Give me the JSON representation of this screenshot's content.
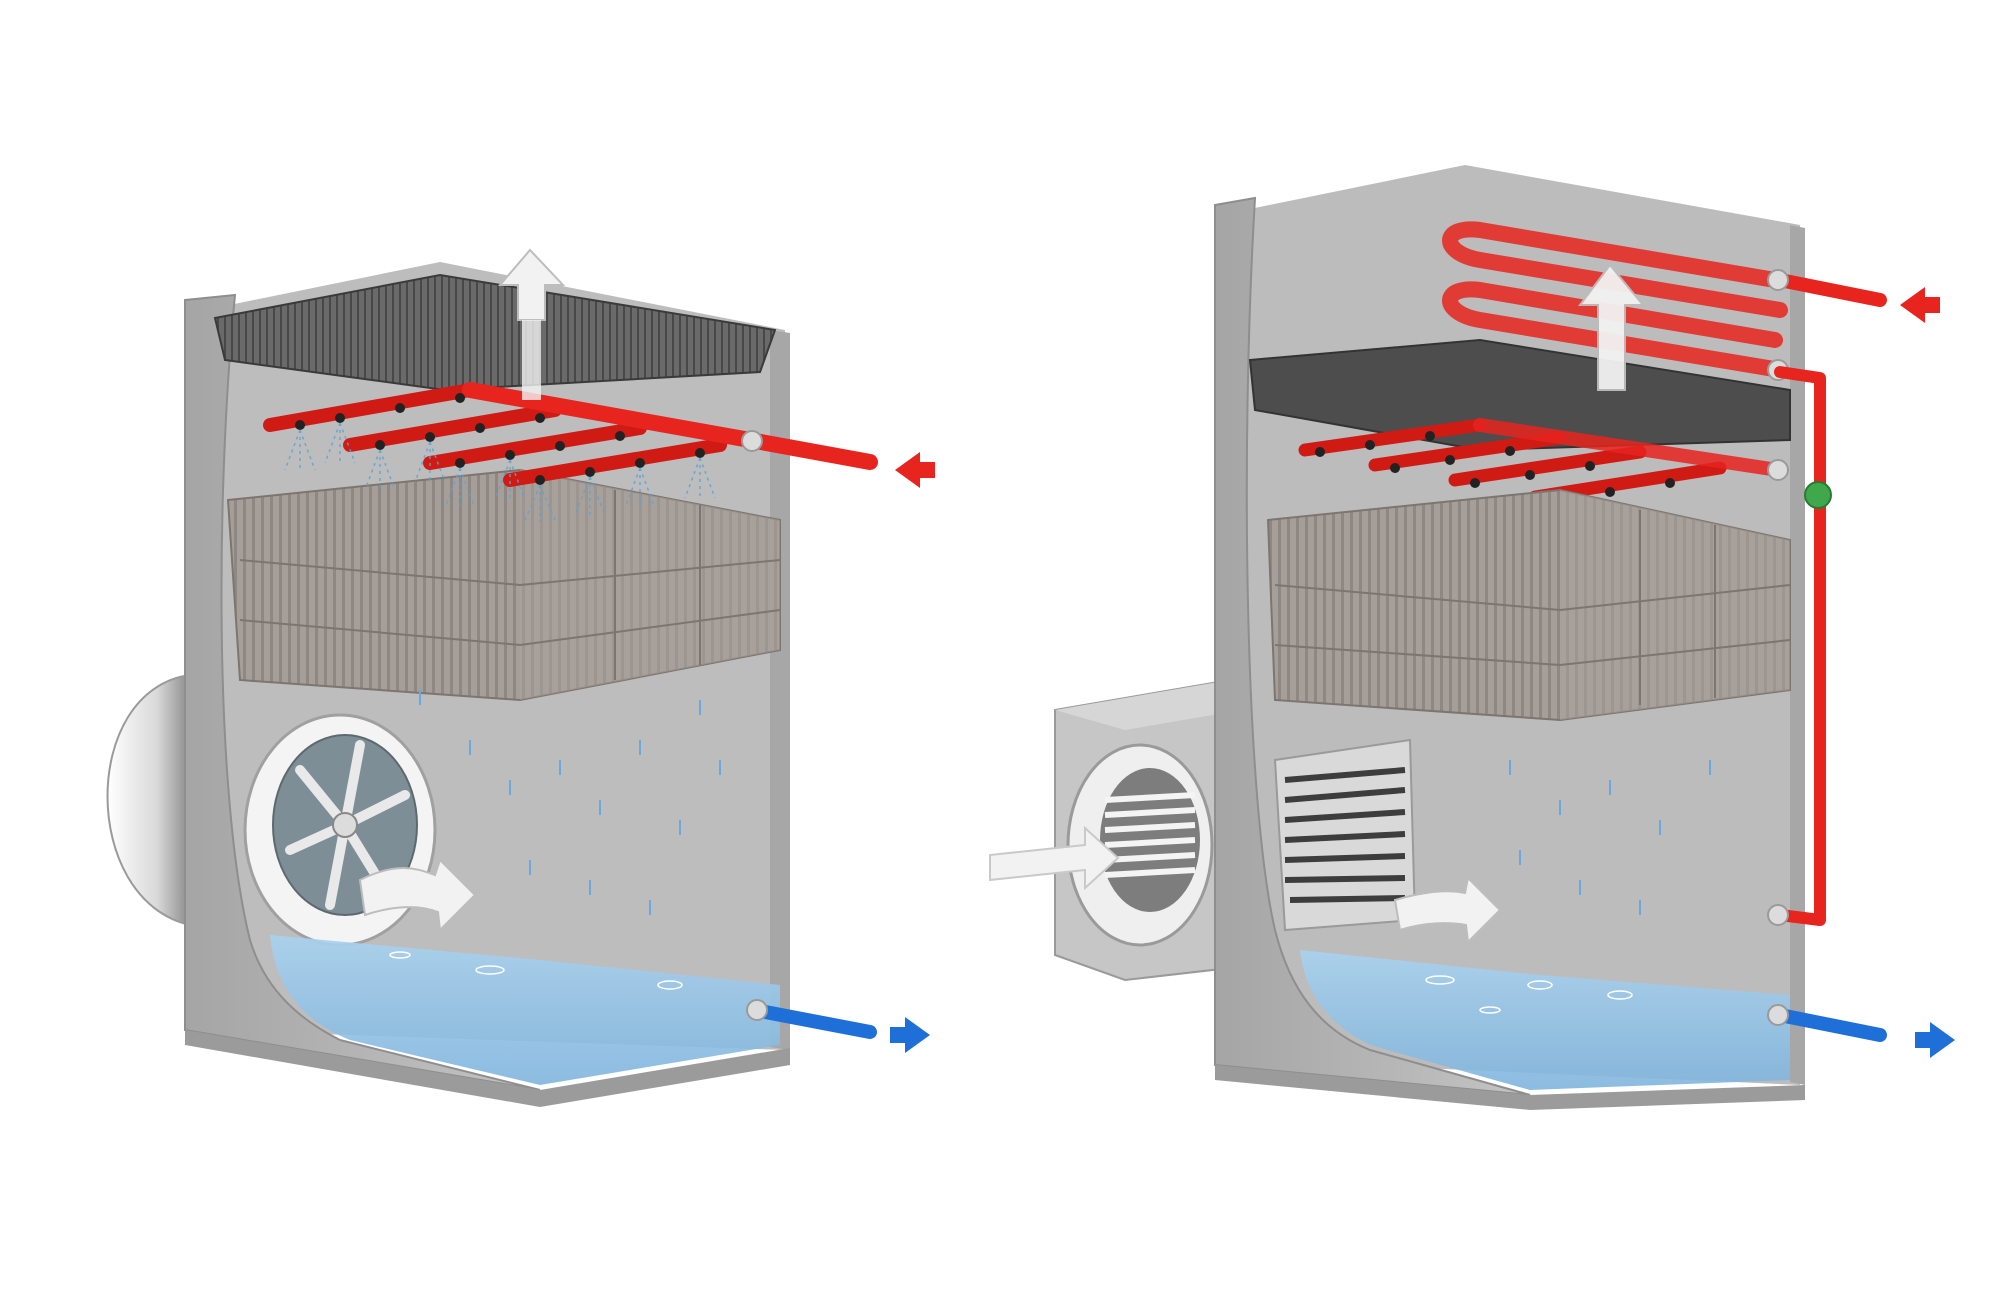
{
  "diagram": {
    "units": [
      {
        "name": "open-cooling-tower",
        "components": [
          "drift-eliminator",
          "spray-header",
          "spray-nozzles",
          "fill-media",
          "axial-fan",
          "water-basin",
          "hot-water-inlet",
          "cold-water-outlet"
        ]
      },
      {
        "name": "closed-circuit-cooling-tower",
        "components": [
          "heat-exchange-coil",
          "drift-eliminator",
          "spray-header",
          "spray-nozzles",
          "fill-media",
          "centrifugal-fan",
          "fan-housing",
          "water-basin",
          "recirculation-pipe",
          "valve",
          "process-fluid-inlet",
          "cold-water-outlet"
        ]
      }
    ],
    "colors": {
      "casing": "#b4b4b4",
      "casing_dark": "#8f8f8f",
      "hot_pipe": "#e8241f",
      "cold_pipe": "#1f6fd9",
      "water": "#9fcbea",
      "fill": "#a9a29c",
      "eliminator": "#5a5a5a",
      "air_arrow": "#f2f2f2",
      "valve": "#3ea84a"
    },
    "icons": [
      "airflow-up-arrow-icon",
      "airflow-in-arrow-icon",
      "hot-water-in-arrow-icon",
      "cold-water-out-arrow-icon"
    ]
  }
}
